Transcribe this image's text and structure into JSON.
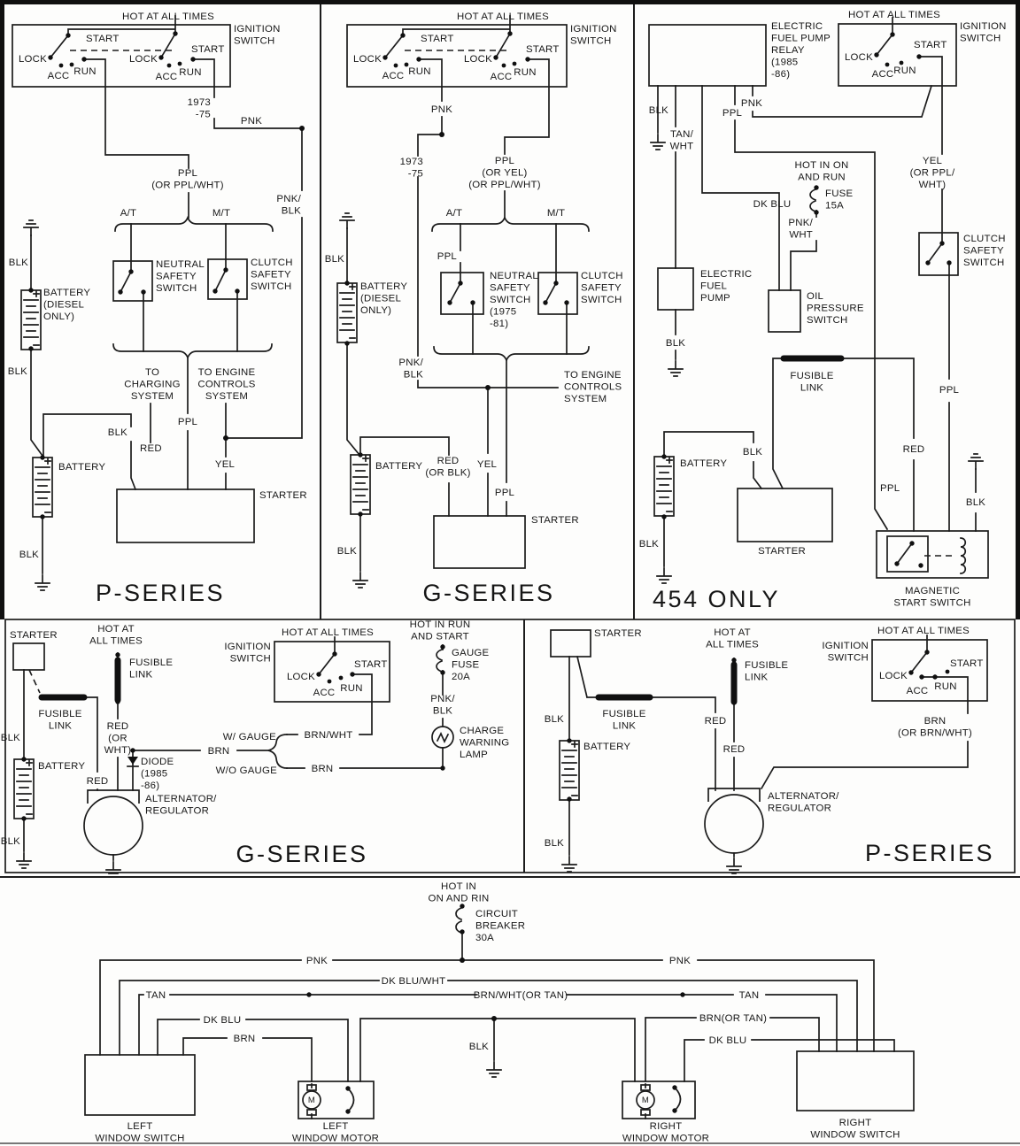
{
  "colors": {
    "ink": "#1c1c1c",
    "paper": "#fdfdfc"
  },
  "panel_p_start": {
    "hot": "HOT AT ALL TIMES",
    "ignition": "IGNITION\nSWITCH",
    "start_a": "START",
    "lock_a": "LOCK",
    "acc_a": "ACC",
    "run_a": "RUN",
    "lock_b": "LOCK",
    "acc_b": "ACC",
    "run_b": "RUN",
    "start_b": "START",
    "year": "1973\n-75",
    "pnk": "PNK",
    "ppl": "PPL\n(OR PPL/WHT)",
    "pnk_blk": "PNK/\nBLK",
    "at": "A/T",
    "mt": "M/T",
    "blk_top": "BLK",
    "battery_diesel": "BATTERY\n(DIESEL\nONLY)",
    "blk_mid": "BLK",
    "neutral_safety": "NEUTRAL\nSAFETY\nSWITCH",
    "clutch_safety": "CLUTCH\nSAFETY\nSWITCH",
    "to_charging": "TO\nCHARGING\nSYSTEM",
    "to_engine": "TO ENGINE\nCONTROLS\nSYSTEM",
    "ppl2": "PPL",
    "blk3": "BLK",
    "red": "RED",
    "yel": "YEL",
    "battery": "BATTERY",
    "starter": "STARTER",
    "blk_gnd": "BLK",
    "title": "P-SERIES"
  },
  "panel_g_start": {
    "hot": "HOT AT ALL TIMES",
    "ignition": "IGNITION\nSWITCH",
    "start_a": "START",
    "lock_a": "LOCK",
    "acc_a": "ACC",
    "run_a": "RUN",
    "lock_b": "LOCK",
    "acc_b": "ACC",
    "run_b": "RUN",
    "start_b": "START",
    "pnk": "PNK",
    "year": "1973\n-75",
    "ppl": "PPL\n(OR YEL)\n(OR PPL/WHT)",
    "at": "A/T",
    "mt": "M/T",
    "blk_top": "BLK",
    "battery_diesel": "BATTERY\n(DIESEL\nONLY)",
    "ppl_drop": "PPL",
    "neutral_safety": "NEUTRAL\nSAFETY\nSWITCH\n(1975\n-81)",
    "clutch_safety": "CLUTCH\nSAFETY\nSWITCH",
    "pnk_blk": "PNK/\nBLK",
    "to_engine": "TO ENGINE\nCONTROLS\nSYSTEM",
    "yel": "YEL",
    "ppl2": "PPL",
    "red": "RED\n(OR BLK)",
    "battery": "BATTERY",
    "starter": "STARTER",
    "blk_gnd": "BLK",
    "title": "G-SERIES"
  },
  "panel_454": {
    "relay": "ELECTRIC\nFUEL PUMP\nRELAY\n(1985\n-86)",
    "hot": "HOT AT ALL TIMES",
    "ignition": "IGNITION\nSWITCH",
    "lock": "LOCK",
    "acc": "ACC",
    "run": "RUN",
    "start": "START",
    "blk_relay": "BLK",
    "tan_wht": "TAN/\nWHT",
    "ppl_pin": "PPL",
    "pnk": "PNK",
    "hot2": "HOT IN ON\nAND RUN",
    "fuse": "FUSE\n15A",
    "dk_blu": "DK BLU",
    "pnk_wht": "PNK/\nWHT",
    "yel": "YEL\n(OR PPL/\nWHT)",
    "clutch_safety": "CLUTCH\nSAFETY\nSWITCH",
    "pump": "ELECTRIC\nFUEL\nPUMP",
    "ops": "OIL\nPRESSURE\nSWITCH",
    "blk_pump": "BLK",
    "fusible": "FUSIBLE\nLINK",
    "blk_starter": "BLK",
    "red": "RED",
    "ppl_relay": "PPL",
    "ppl_css": "PPL",
    "blk_mss": "BLK",
    "battery": "BATTERY",
    "blk_bat": "BLK",
    "starter": "STARTER",
    "mss": "MAGNETIC\nSTART SWITCH",
    "title": "454 ONLY"
  },
  "panel_g_charge": {
    "starter": "STARTER",
    "hot1": "HOT AT\nALL TIMES",
    "fl1": "FUSIBLE\nLINK",
    "fl2": "FUSIBLE\nLINK",
    "blk1": "BLK",
    "battery": "BATTERY",
    "blk2": "BLK",
    "red_or_wht": "RED\n(OR\nWHT)",
    "red": "RED",
    "diode": "DIODE\n(1985\n-86)",
    "alternator": "ALTERNATOR/\nREGULATOR",
    "ignition": "IGNITION\nSWITCH",
    "hot2": "HOT AT ALL TIMES",
    "lock": "LOCK",
    "acc": "ACC",
    "run": "RUN",
    "start": "START",
    "hot3": "HOT IN RUN\nAND START",
    "fuse": "GAUGE\nFUSE\n20A",
    "pnk_blk": "PNK/\nBLK",
    "lamp": "CHARGE\nWARNING\nLAMP",
    "w_gauge": "W/ GAUGE",
    "brn_wht": "BRN/WHT",
    "brn1": "BRN",
    "wo_gauge": "W/O GAUGE",
    "brn2": "BRN",
    "title": "G-SERIES"
  },
  "panel_p_charge": {
    "starter": "STARTER",
    "blk1": "BLK",
    "battery": "BATTERY",
    "blk2": "BLK",
    "fl2": "FUSIBLE\nLINK",
    "red1": "RED",
    "hot1": "HOT AT\nALL TIMES",
    "fl1": "FUSIBLE\nLINK",
    "red2": "RED",
    "ignition": "IGNITION\nSWITCH",
    "hot2": "HOT AT ALL TIMES",
    "lock": "LOCK",
    "acc": "ACC",
    "run": "RUN",
    "start": "START",
    "brn": "BRN\n(OR BRN/WHT)",
    "alternator": "ALTERNATOR/\nREGULATOR",
    "title": "P-SERIES"
  },
  "panel_windows": {
    "hot": "HOT IN\nON AND RIN",
    "breaker": "CIRCUIT\nBREAKER\n30A",
    "pnk_l": "PNK",
    "pnk_r": "PNK",
    "dk_blu_wht": "DK BLU/WHT",
    "tan_l": "TAN",
    "brn_wht_tan": "BRN/WHT(OR TAN)",
    "tan_r": "TAN",
    "dk_blu_l": "DK BLU",
    "brn": "BRN",
    "brn_or_tan": "BRN(OR TAN)",
    "dk_blu_r": "DK BLU",
    "blk": "BLK",
    "m": "M",
    "lws": "LEFT\nWINDOW SWITCH",
    "lwm": "LEFT\nWINDOW MOTOR",
    "rwm": "RIGHT\nWINDOW MOTOR",
    "rws": "RIGHT\nWINDOW SWITCH"
  }
}
